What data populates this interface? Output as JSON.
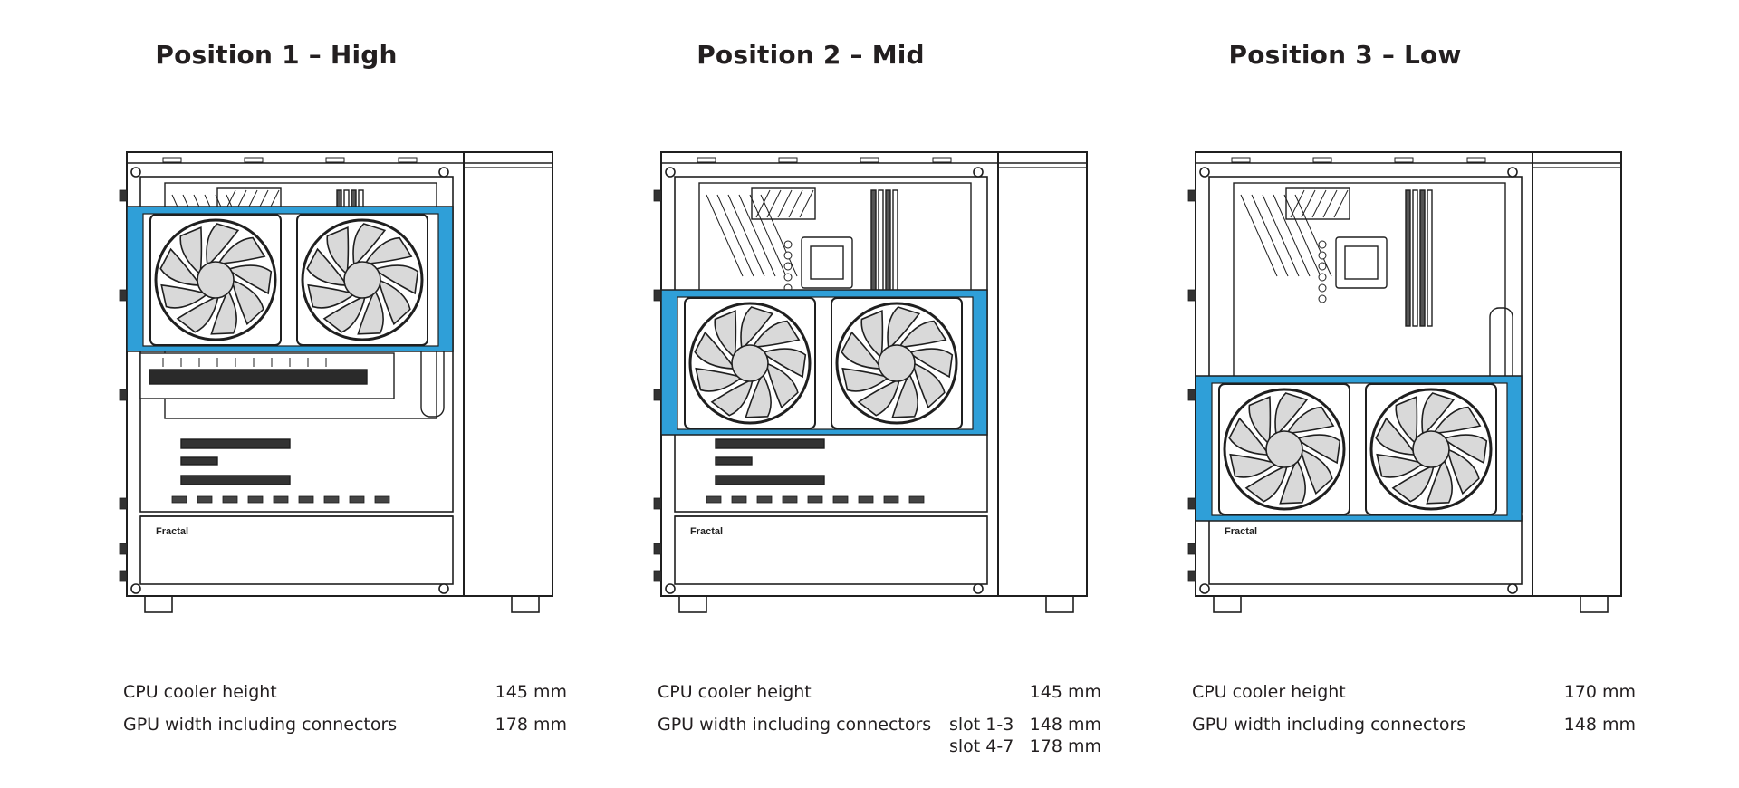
{
  "positions": [
    {
      "title": "Position 1 – High",
      "fan_level": "high",
      "specs": {
        "cpu_label": "CPU cooler height",
        "cpu_value": "145 mm",
        "gpu_label": "GPU width including connectors",
        "gpu_value": "178 mm"
      }
    },
    {
      "title": "Position 2 – Mid",
      "fan_level": "mid",
      "specs": {
        "cpu_label": "CPU cooler height",
        "cpu_value": "145 mm",
        "gpu_label": "GPU width including connectors",
        "gpu_slot_a": "slot 1-3",
        "gpu_value_a": "148 mm",
        "gpu_slot_b": "slot 4-7",
        "gpu_value_b": "178 mm"
      }
    },
    {
      "title": "Position 3 – Low",
      "fan_level": "low",
      "specs": {
        "cpu_label": "CPU cooler height",
        "cpu_value": "170 mm",
        "gpu_label": "GPU width including connectors",
        "gpu_value": "148 mm"
      }
    }
  ],
  "brand_mark": "Fractal",
  "colors": {
    "bracket_blue": "#2f9fd8",
    "line": "#1f1f1f",
    "fan_fill": "#d9d9d9"
  }
}
